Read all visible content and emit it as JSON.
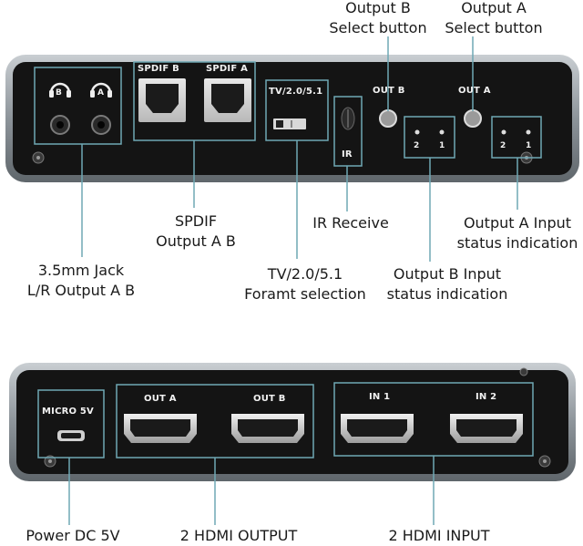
{
  "callouts": {
    "output_b_select": [
      "Output B",
      "Select button"
    ],
    "output_a_select": [
      "Output A",
      "Select button"
    ],
    "spdif": [
      "SPDIF",
      "Output A B"
    ],
    "ir_receive": "IR Receive",
    "output_a_status": [
      "Output A Input",
      "status indication"
    ],
    "jack": [
      "3.5mm Jack",
      "L/R Output A B"
    ],
    "format": [
      "TV/2.0/5.1",
      "Foramt selection"
    ],
    "output_b_status": [
      "Output B Input",
      "status indication"
    ],
    "power": "Power DC 5V",
    "hdmi_output": "2 HDMI OUTPUT",
    "hdmi_input": "2 HDMI INPUT"
  },
  "panel_labels": {
    "jack_b": "B",
    "jack_a": "A",
    "spdif_b": "SPDIF B",
    "spdif_a": "SPDIF A",
    "format_switch": "TV/2.0/5.1",
    "ir": "IR",
    "out_b": "OUT B",
    "out_a": "OUT A",
    "led_2_b": "2",
    "led_1_b": "1",
    "led_2_a": "2",
    "led_1_a": "1",
    "micro": "MICRO 5V",
    "hdmi_out_a": "OUT A",
    "hdmi_out_b": "OUT B",
    "hdmi_in_1": "IN 1",
    "hdmi_in_2": "IN 2"
  },
  "colors": {
    "panel": "#141414",
    "frame": "#8d949a",
    "callout_line": "#6fa8b4",
    "text": "#1a1a1a",
    "panel_text": "#f2f2f2"
  }
}
